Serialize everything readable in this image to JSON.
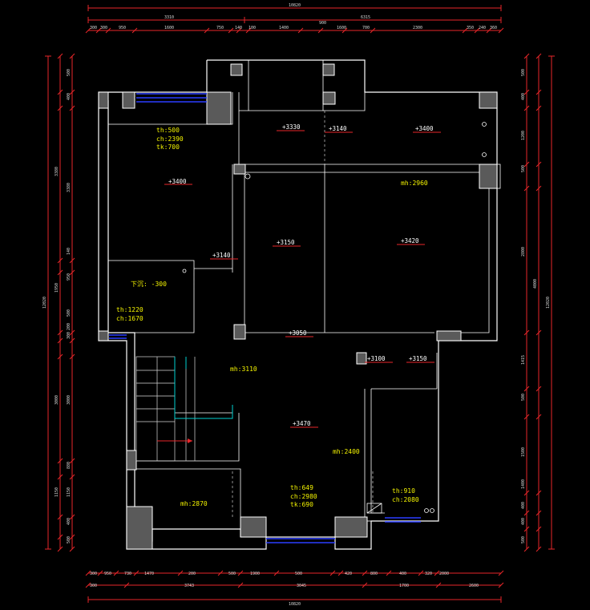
{
  "dims": {
    "top": {
      "overall": "10820",
      "row2": [
        "3310",
        "6315"
      ],
      "row3": [
        "300",
        "300",
        "950",
        "1600",
        "750",
        "140",
        "100",
        "1400",
        "900",
        "1600",
        "700",
        "2300",
        "350",
        "240",
        "360"
      ]
    },
    "bottom": {
      "overall": "10820",
      "row1": [
        "300",
        "950",
        "730",
        "1470",
        "200",
        "500",
        "1900",
        "500",
        "420",
        "800",
        "400",
        "320",
        "2000"
      ],
      "row2": [
        "300",
        "3743",
        "3045",
        "1700",
        "2600"
      ]
    },
    "left": {
      "overall": "12020",
      "row1": [
        "500",
        "400",
        "3380",
        "140",
        "950",
        "500",
        "200",
        "300",
        "3000",
        "880",
        "1150",
        "400",
        "500"
      ],
      "row2": [
        "3380",
        "1950",
        "3000",
        "1150"
      ]
    },
    "right": {
      "overall": "12020",
      "row1": [
        "500",
        "400",
        "1200",
        "500",
        "2800",
        "1415",
        "500",
        "1500",
        "1400",
        "400",
        "400",
        "500"
      ],
      "row2": [
        "4000"
      ]
    }
  },
  "labels": {
    "r1_th": "th:500",
    "r1_ch": "ch:2390",
    "r1_tk": "tk:700",
    "r1_level": "+3400",
    "r2_level_a": "+3330",
    "r2_level_b": "+3140",
    "r2_level_c": "+3400",
    "mh_2960": "mh:2960",
    "lv_3150": "+3150",
    "lv_3420": "+3420",
    "lv_3140": "+3140",
    "xia_fang": "下沉: -300",
    "r3_th": "th:1220",
    "r3_ch": "ch:1670",
    "lv_3050": "+3050",
    "lv_3100": "+3100",
    "lv_3150b": "+3150",
    "mh_3110": "mh:3110",
    "lv_3470": "+3470",
    "mh_2400": "mh:2400",
    "r4_th": "th:649",
    "r4_ch": "ch:2980",
    "r4_tk": "tk:690",
    "r5_th": "th:910",
    "r5_ch": "ch:2080",
    "mh_2870": "mh:2870"
  },
  "colors": {
    "background": "#000000",
    "dimension": "#e8262a",
    "wall": "#ffffff",
    "window": "#2a3dff",
    "label": "#f4f400",
    "stair_edge": "#00d0d0"
  }
}
